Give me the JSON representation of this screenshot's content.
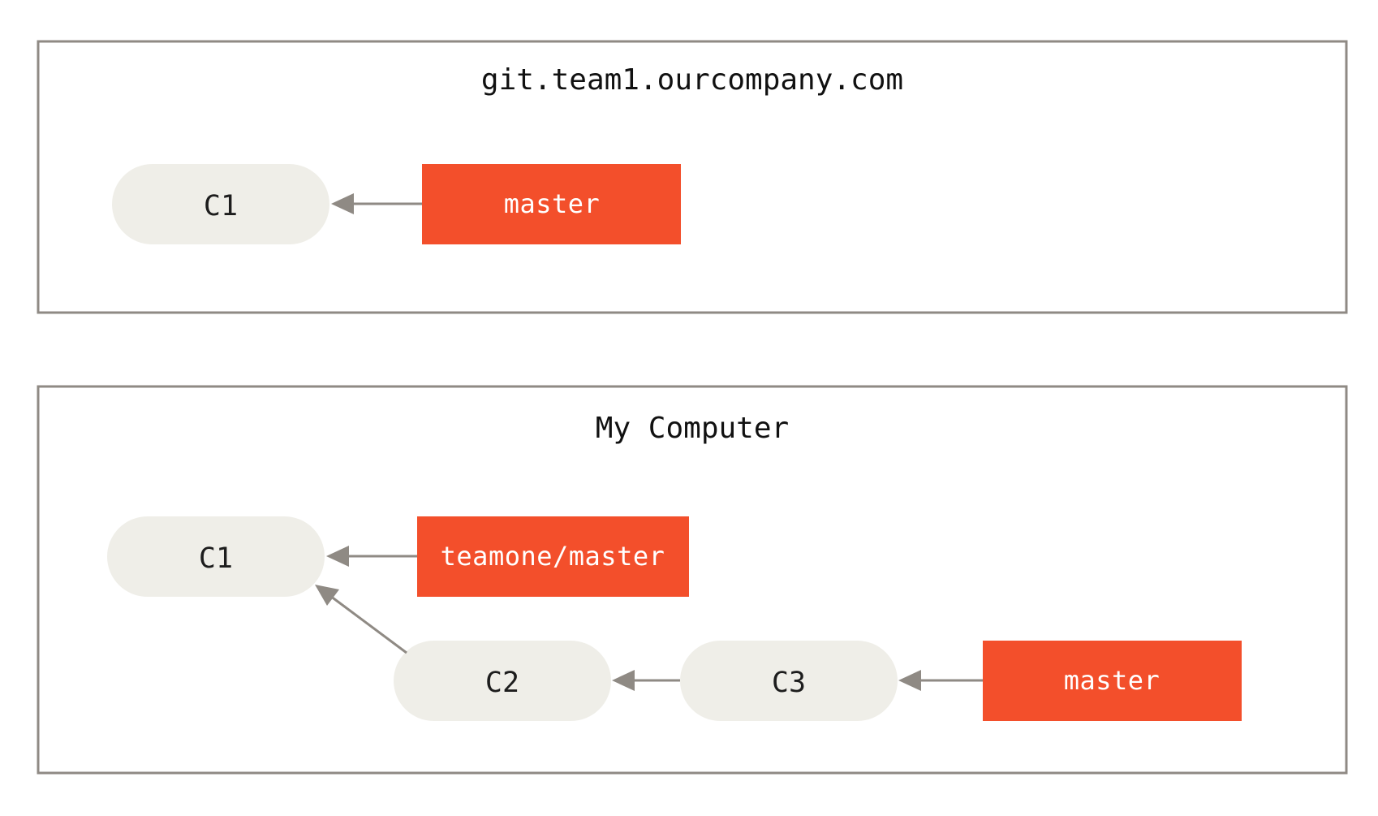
{
  "panels": {
    "remote": {
      "title": "git.team1.ourcompany.com",
      "commit_c1": "C1",
      "branch_master": "master"
    },
    "local": {
      "title": "My Computer",
      "commit_c1": "C1",
      "commit_c2": "C2",
      "commit_c3": "C3",
      "branch_teamone_master": "teamone/master",
      "branch_master": "master"
    }
  },
  "colors": {
    "frame": "#8f8a84",
    "commit_fill": "#efeee8",
    "branch_fill": "#f34f2b",
    "branch_text": "#ffffff",
    "arrow": "#8f8a84"
  }
}
